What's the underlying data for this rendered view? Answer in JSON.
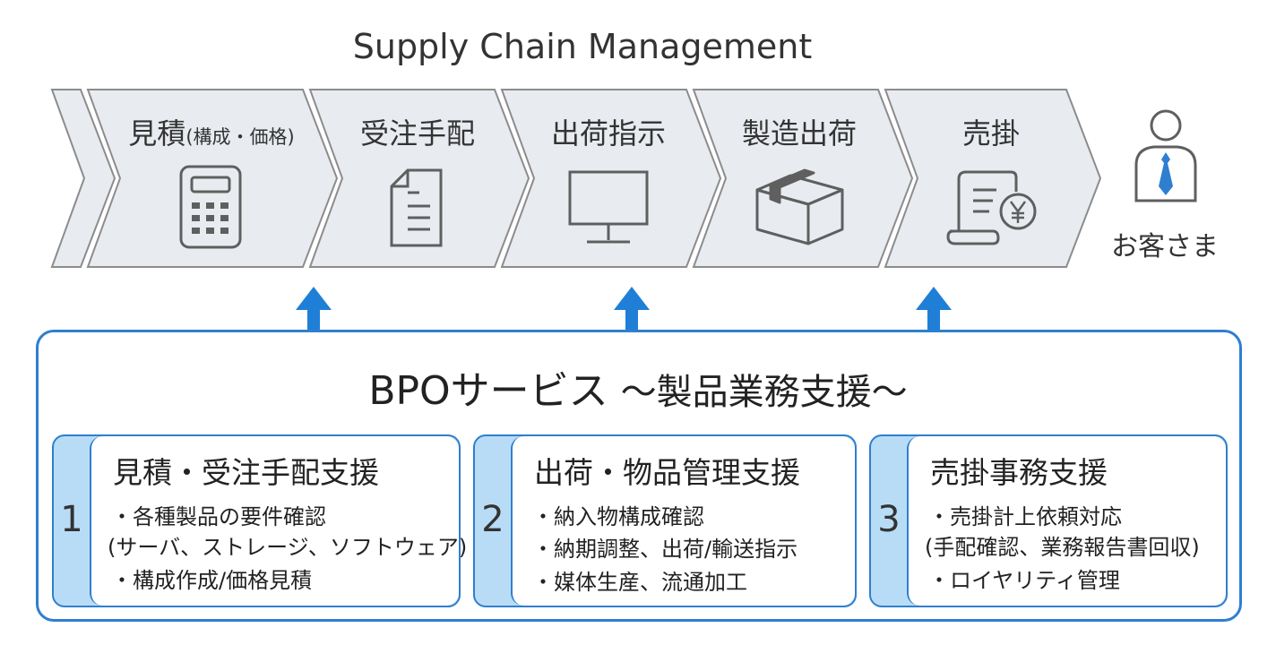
{
  "header": {
    "title": "Supply Chain Management"
  },
  "chain": {
    "steps": [
      {
        "label": "見積",
        "sub": "(構成・価格)",
        "icon": "calculator-icon"
      },
      {
        "label": "受注手配",
        "icon": "document-icon"
      },
      {
        "label": "出荷指示",
        "icon": "monitor-icon"
      },
      {
        "label": "製造出荷",
        "icon": "package-box-icon"
      },
      {
        "label": "売掛",
        "icon": "invoice-yen-icon"
      }
    ],
    "customer": {
      "label": "お客さま",
      "icon": "customer-person-icon"
    }
  },
  "bpo": {
    "title": "BPOサービス",
    "subtitle": "〜製品業務支援〜",
    "cards": [
      {
        "number": "1",
        "title": "見積・受注手配支援",
        "lines": [
          "・各種製品の要件確認",
          "(サーバ、ストレージ、ソフトウェア)",
          "・構成作成/価格見積"
        ]
      },
      {
        "number": "2",
        "title": "出荷・物品管理支援",
        "lines": [
          "・納入物構成確認",
          "・納期調整、出荷/輸送指示",
          "・媒体生産、流通加工"
        ]
      },
      {
        "number": "3",
        "title": "売掛事務支援",
        "lines": [
          "・売掛計上依頼対応",
          "(手配確認、業務報告書回収)",
          "・ロイヤリティ管理"
        ]
      }
    ]
  },
  "colors": {
    "accent_blue": "#2e7fd0",
    "chevron_fill": "#e8ecf1",
    "chevron_stroke": "#8c8c8c",
    "card_number_bg": "#b9dcf6"
  }
}
